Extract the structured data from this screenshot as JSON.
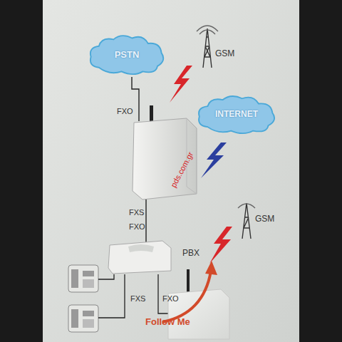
{
  "diagram": {
    "nodes": [
      {
        "text": [
          "PSTN"
        ]
      },
      {
        "text": [
          "INTERNET"
        ]
      },
      {
        "text": [
          "PBX"
        ]
      }
    ],
    "labels": [
      "GSM",
      "FXO",
      "pds.com.gr",
      "FXS",
      "FXO",
      "GSM",
      "FXS",
      "FXO",
      "Follow Me"
    ]
  }
}
